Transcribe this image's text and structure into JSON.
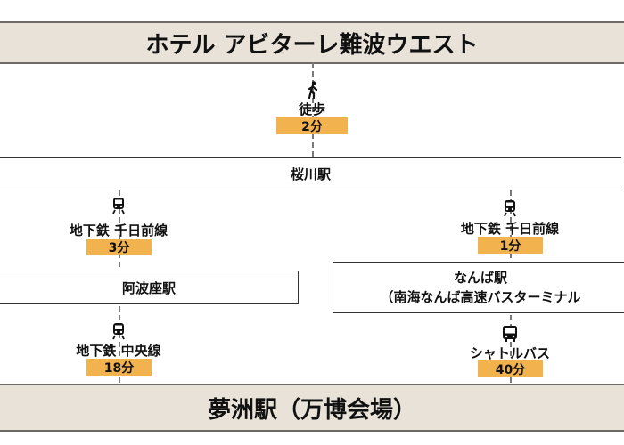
{
  "title": "ホテル アビターレ難波ウエスト",
  "destination": "夢洲駅（万博会場）",
  "colors": {
    "banner_bg": "#e8e2d8",
    "badge": "#f2b24e",
    "line": "#7a7a7a"
  },
  "top_segment": {
    "mode": "徒歩",
    "time": "2分",
    "icon": "walking-person-icon"
  },
  "transfer_station": "桜川駅",
  "left_route": {
    "segment1": {
      "mode": "地下鉄 千日前線",
      "time": "3分",
      "icon": "train-icon"
    },
    "station": "阿波座駅",
    "segment2": {
      "mode": "地下鉄  中央線",
      "time": "18分",
      "icon": "train-icon"
    }
  },
  "right_route": {
    "segment1": {
      "mode": "地下鉄 千日前線",
      "time": "1分",
      "icon": "train-icon"
    },
    "station_name": "なんば駅",
    "station_sub": "（南海なんば高速バスターミナル",
    "segment2": {
      "mode": "シャトルバス",
      "time": "40分",
      "icon": "bus-icon"
    }
  }
}
